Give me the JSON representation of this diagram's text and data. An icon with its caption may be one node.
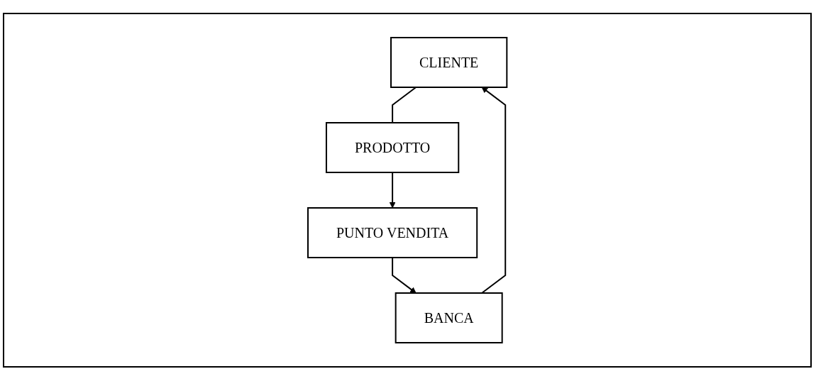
{
  "diagram": {
    "nodes": [
      {
        "text": [
          "CLIENTE"
        ]
      },
      {
        "text": [
          "PRODOTTO"
        ]
      },
      {
        "text": [
          "PUNTO VENDITA"
        ]
      },
      {
        "text": [
          "BANCA"
        ]
      }
    ],
    "edges": [
      {
        "from": 0,
        "to": 1,
        "arrow": "none"
      },
      {
        "from": 1,
        "to": 2,
        "arrow": "to"
      },
      {
        "from": 2,
        "to": 3,
        "arrow": "to"
      },
      {
        "from": 3,
        "to": 0,
        "arrow": "to"
      }
    ]
  }
}
